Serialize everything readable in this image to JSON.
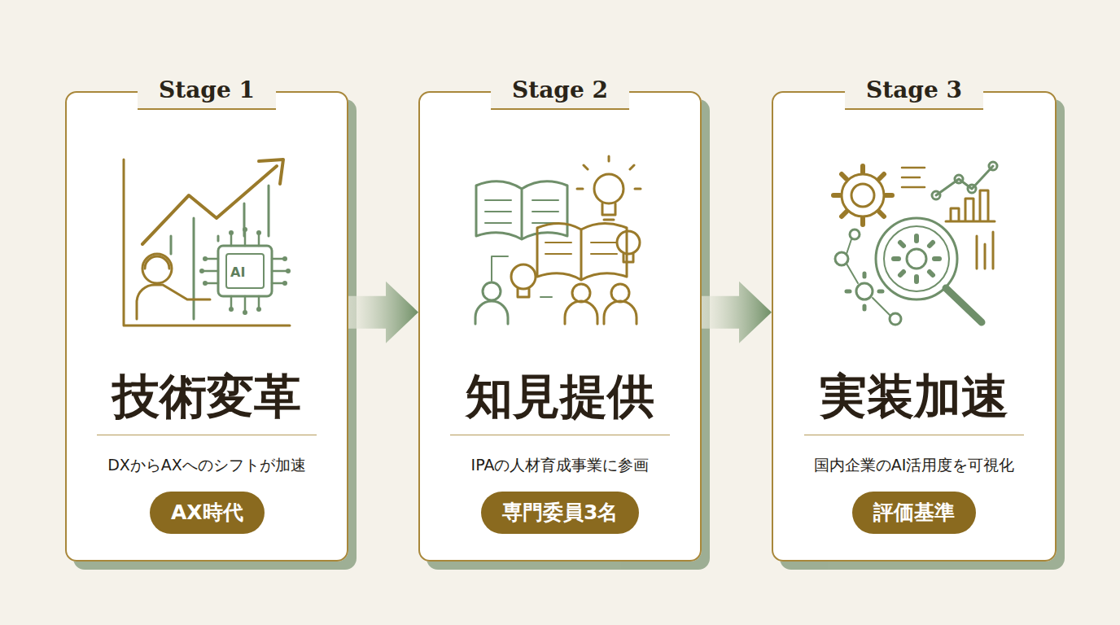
{
  "diagram": {
    "nodes": [
      {
        "text": [
          "Stage 1",
          "技術変革",
          "DXからAXへのシフトが加速"
        ]
      },
      {
        "text": [
          "AX時代"
        ],
        "in": 0
      },
      {
        "text": [
          "Stage 2",
          "知見提供",
          "IPAの人材育成事業に参画"
        ]
      },
      {
        "text": [
          "専門委員3名"
        ],
        "in": 2
      },
      {
        "text": [
          "Stage 3",
          "実装加速",
          "国内企業のAI活用度を可視化"
        ]
      },
      {
        "text": [
          "評価基準"
        ],
        "in": 4
      }
    ],
    "edges": [
      {
        "from": 0,
        "to": 2,
        "arrow": "to"
      },
      {
        "from": 2,
        "to": 4,
        "arrow": "to"
      }
    ],
    "labels": [
      "AI"
    ]
  }
}
